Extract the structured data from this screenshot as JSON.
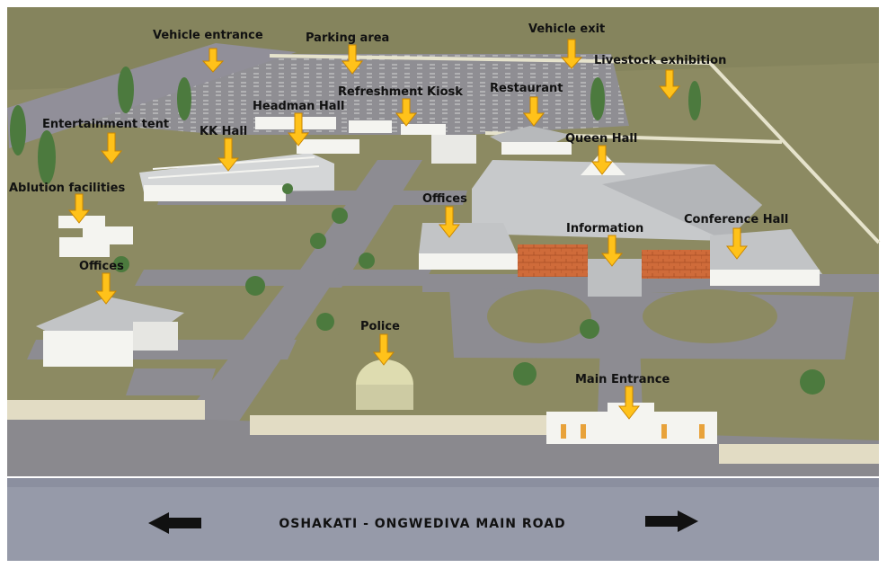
{
  "colors": {
    "ground": "#8c8a62",
    "paving": "#8d8c92",
    "road": "#969aa9",
    "building": "#f4f4f0",
    "roof": "#c9cbcd",
    "brick": "#cf6b3a",
    "marker": "#ffc21a",
    "marker_edge": "#c98600",
    "tree": "#4c7a3e"
  },
  "labels": {
    "vehicle_entrance": "Vehicle entrance",
    "parking_area": "Parking area",
    "vehicle_exit": "Vehicle exit",
    "livestock_exhibition": "Livestock exhibition",
    "restaurant": "Restaurant",
    "refreshment_kiosk": "Refreshment Kiosk",
    "headman_hall": "Headman Hall",
    "entertainment_tent": "Entertainment tent",
    "kk_hall": "KK Hall",
    "queen_hall": "Queen Hall",
    "ablution_facilities": "Ablution facilities",
    "offices_center": "Offices",
    "information": "Information",
    "conference_hall": "Conference Hall",
    "offices_left": "Offices",
    "police": "Police",
    "main_entrance": "Main Entrance"
  },
  "road": {
    "name": "OSHAKATI - ONGWEDIVA MAIN ROAD",
    "left_arrow_icon": "arrow-left-icon",
    "right_arrow_icon": "arrow-right-icon"
  }
}
